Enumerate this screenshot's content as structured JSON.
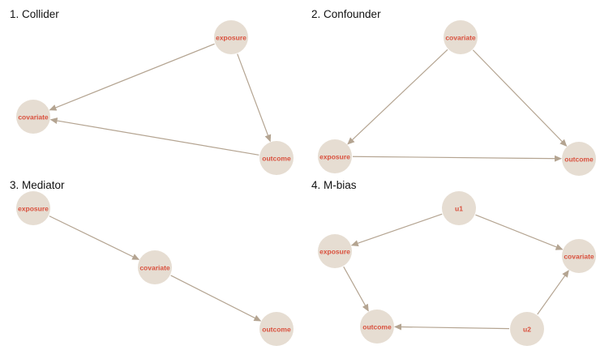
{
  "colors": {
    "node_fill": "#e6ddd2",
    "node_label": "#d9503d",
    "edge": "#b4a491",
    "title": "#111111"
  },
  "panels": [
    {
      "title": "1. Collider",
      "nodes": [
        {
          "id": "exposure",
          "label": "exposure"
        },
        {
          "id": "covariate",
          "label": "covariate"
        },
        {
          "id": "outcome",
          "label": "outcome"
        }
      ],
      "edges": [
        {
          "from": "exposure",
          "to": "covariate"
        },
        {
          "from": "exposure",
          "to": "outcome"
        },
        {
          "from": "outcome",
          "to": "covariate"
        }
      ]
    },
    {
      "title": "2. Confounder",
      "nodes": [
        {
          "id": "covariate",
          "label": "covariate"
        },
        {
          "id": "exposure",
          "label": "exposure"
        },
        {
          "id": "outcome",
          "label": "outcome"
        }
      ],
      "edges": [
        {
          "from": "covariate",
          "to": "exposure"
        },
        {
          "from": "covariate",
          "to": "outcome"
        },
        {
          "from": "exposure",
          "to": "outcome"
        }
      ]
    },
    {
      "title": "3. Mediator",
      "nodes": [
        {
          "id": "exposure",
          "label": "exposure"
        },
        {
          "id": "covariate",
          "label": "covariate"
        },
        {
          "id": "outcome",
          "label": "outcome"
        }
      ],
      "edges": [
        {
          "from": "exposure",
          "to": "covariate"
        },
        {
          "from": "covariate",
          "to": "outcome"
        }
      ]
    },
    {
      "title": "4. M-bias",
      "nodes": [
        {
          "id": "u1",
          "label": "u1"
        },
        {
          "id": "exposure",
          "label": "exposure"
        },
        {
          "id": "covariate",
          "label": "covariate"
        },
        {
          "id": "outcome",
          "label": "outcome"
        },
        {
          "id": "u2",
          "label": "u2"
        }
      ],
      "edges": [
        {
          "from": "u1",
          "to": "exposure"
        },
        {
          "from": "u1",
          "to": "covariate"
        },
        {
          "from": "exposure",
          "to": "outcome"
        },
        {
          "from": "u2",
          "to": "outcome"
        },
        {
          "from": "u2",
          "to": "covariate"
        }
      ]
    }
  ]
}
